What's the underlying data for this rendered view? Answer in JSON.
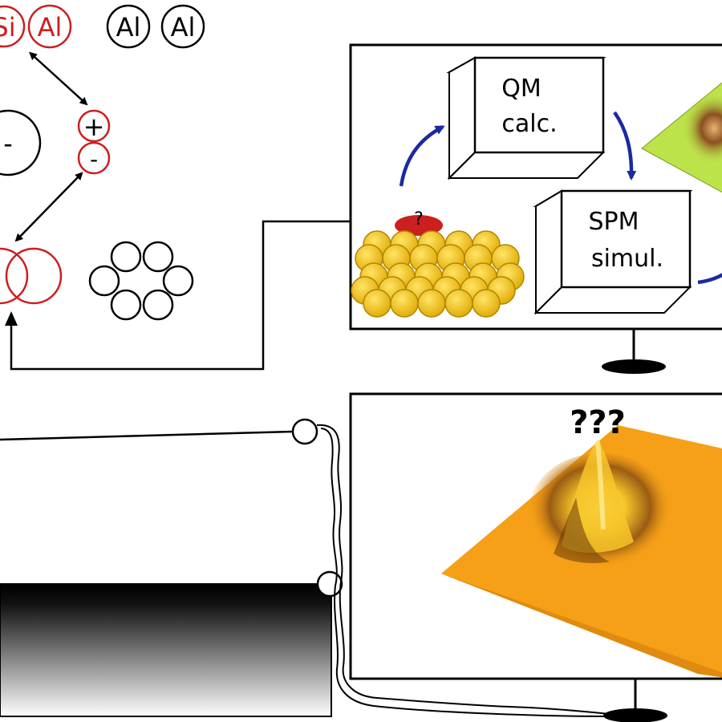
{
  "atom_labels": {
    "si": "Si",
    "al_red": "Al",
    "al_1": "Al",
    "al_2": "Al",
    "minus_big": "-",
    "plus": "+",
    "minus_small": "-"
  },
  "adsorbate_label": "?",
  "surface_question": "???",
  "qm_box": {
    "line1": "QM",
    "line2": "calc."
  },
  "spm_box": {
    "line1": "SPM",
    "line2": "simul."
  },
  "colors": {
    "red": "#cc1f1f",
    "black": "#000000",
    "arrow_blue": "#1a2aa0",
    "gold": "#f2c622",
    "orange_surface": "#f5a017",
    "lime_surface": "#bde34a"
  }
}
